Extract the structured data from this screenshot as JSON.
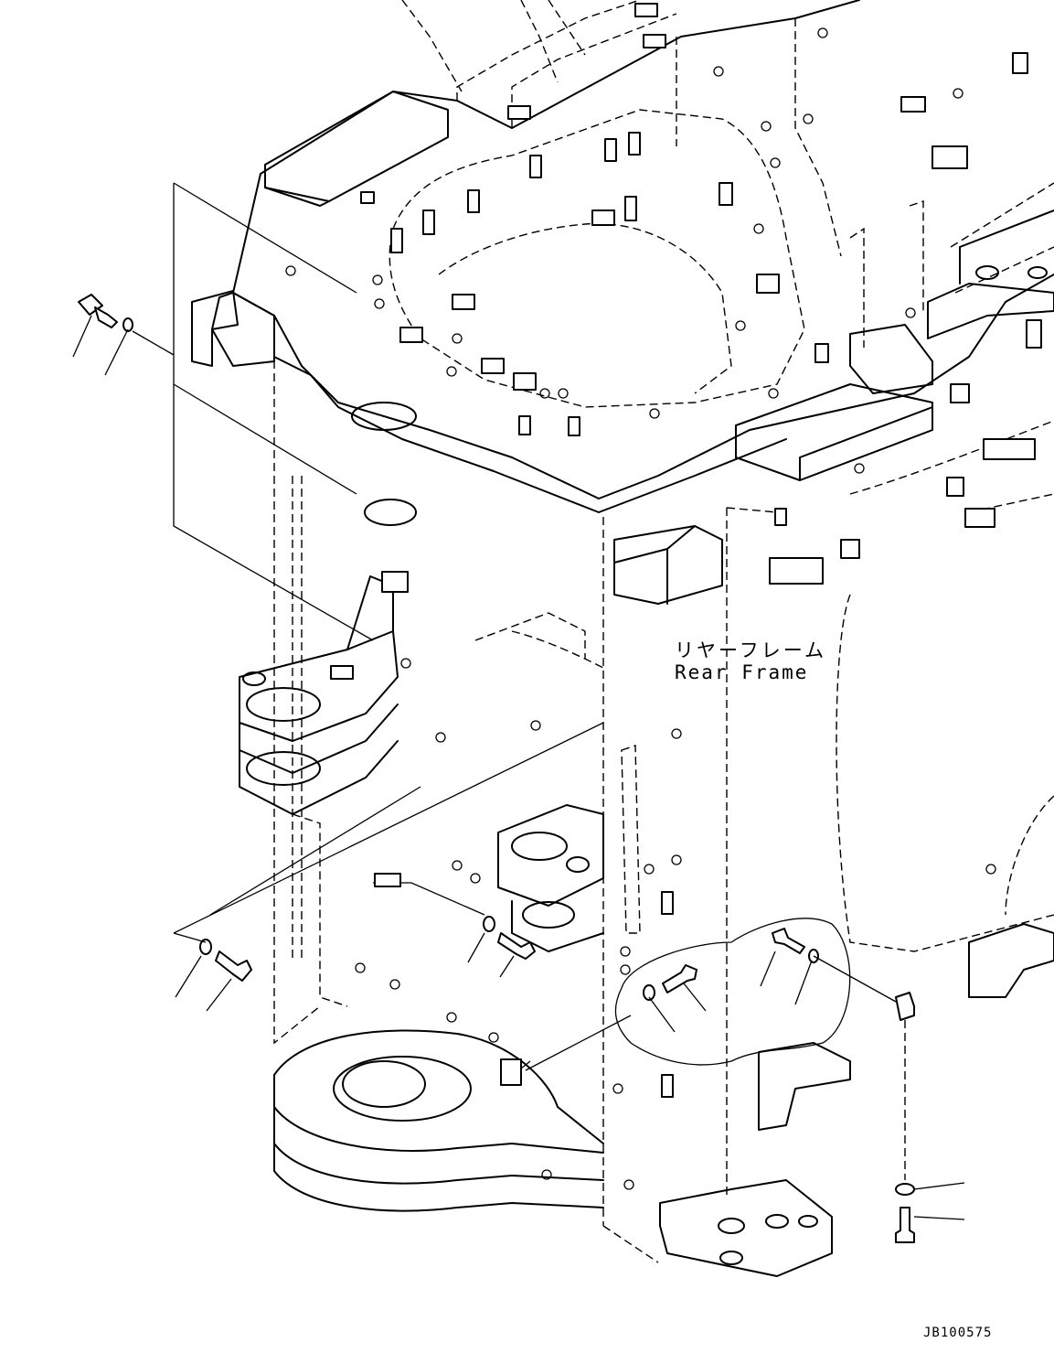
{
  "labels": {
    "part_name_jp": "リヤーフレーム",
    "part_name_en": "Rear Frame",
    "drawing_number": "JB100575"
  }
}
